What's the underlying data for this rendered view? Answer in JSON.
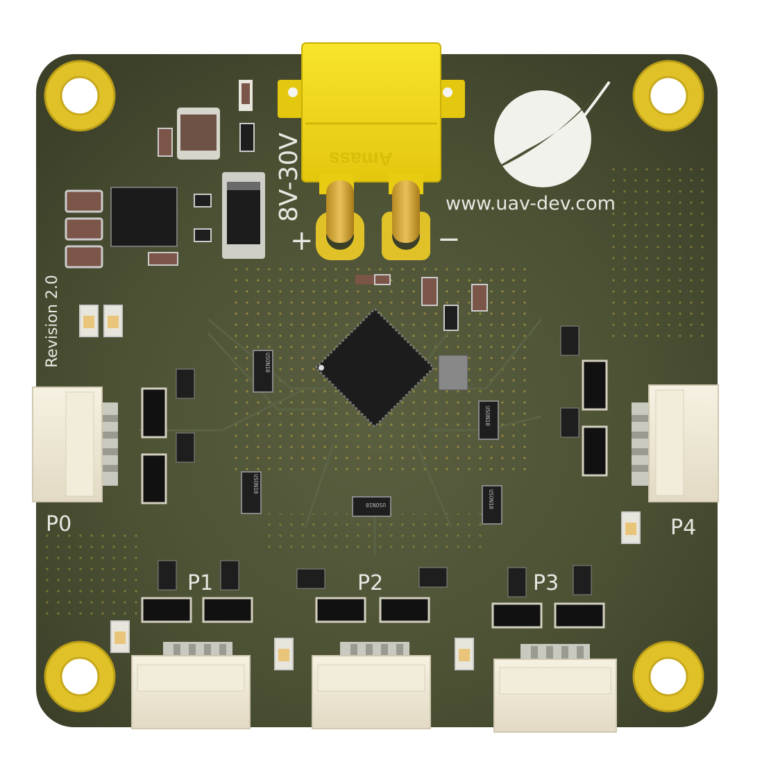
{
  "board": {
    "brand_text": "Amass",
    "input_voltage": "8V-30V",
    "polarity_plus": "+",
    "polarity_minus": "−",
    "website": "www.uav-dev.com",
    "revision": "Revision 2.0",
    "ports": [
      "P0",
      "P1",
      "P2",
      "P3",
      "P4"
    ],
    "ic_label": "USON10",
    "colors": {
      "pcb": "#4c5134",
      "pcb_dark": "#3b3f27",
      "connector_yellow": "#f3df16",
      "pad_gold": "#e0c228",
      "connector_white": "#efe8d6"
    }
  }
}
